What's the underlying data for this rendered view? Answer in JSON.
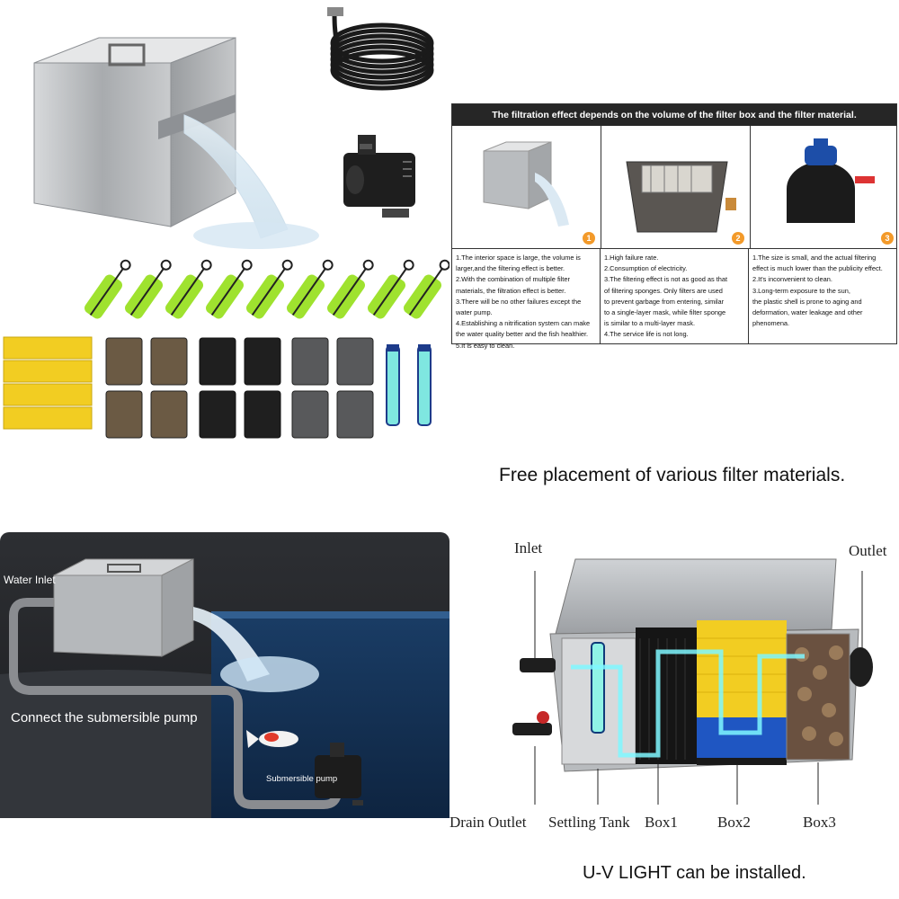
{
  "comparison": {
    "title": "The filtration effect depends on the volume of the filter box and the filter material.",
    "columns": [
      {
        "badge": "1",
        "lines": [
          "1.The interior space is large, the volume is",
          "larger,and the filtering effect is better.",
          "2.With the combination of multiple filter",
          "materials, the filtration effect is better.",
          "3.There will be no other failures except the",
          "water pump.",
          "4.Establishing a nitrification system can make",
          "the water quality better and the fish healthier.",
          "5.It is easy to clean."
        ]
      },
      {
        "badge": "2",
        "lines": [
          "1.High failure rate.",
          "2.Consumption of electricity.",
          "3.The filtering effect is not as good as that",
          "of filtering sponges. Only filters are used",
          "to prevent garbage from entering, similar",
          "to a single-layer mask, while filter sponge",
          "is similar to a multi-layer mask.",
          "4.The service life is not long."
        ]
      },
      {
        "badge": "3",
        "lines": [
          "1.The size is small, and the actual filtering",
          "effect is much lower than the publicity effect.",
          "2.It's inconvenient to clean.",
          "3.Long-term exposure to the sun,",
          "the plastic shell is prone to aging and",
          "deformation, water leakage and other",
          "phenomena."
        ]
      }
    ]
  },
  "install_scene": {
    "water_inlet": "Water Inlet",
    "connect_pump": "Connect the submersible pump",
    "submersible_pump": "Submersible pump"
  },
  "diagram": {
    "top_caption": "Free placement of various filter materials.",
    "bottom_caption": "U-V LIGHT can be installed.",
    "labels": {
      "inlet": "Inlet",
      "outlet": "Outlet",
      "drain_outlet": "Drain Outlet",
      "settling_tank": "Settling Tank",
      "box1": "Box1",
      "box2": "Box2",
      "box3": "Box3"
    }
  },
  "colors": {
    "steel": "#b9bcbf",
    "sponge_yellow": "#f2cd22",
    "brush_green": "#9fe22f",
    "water_blue": "#1c5fa8",
    "badge_orange": "#f39a2a"
  }
}
